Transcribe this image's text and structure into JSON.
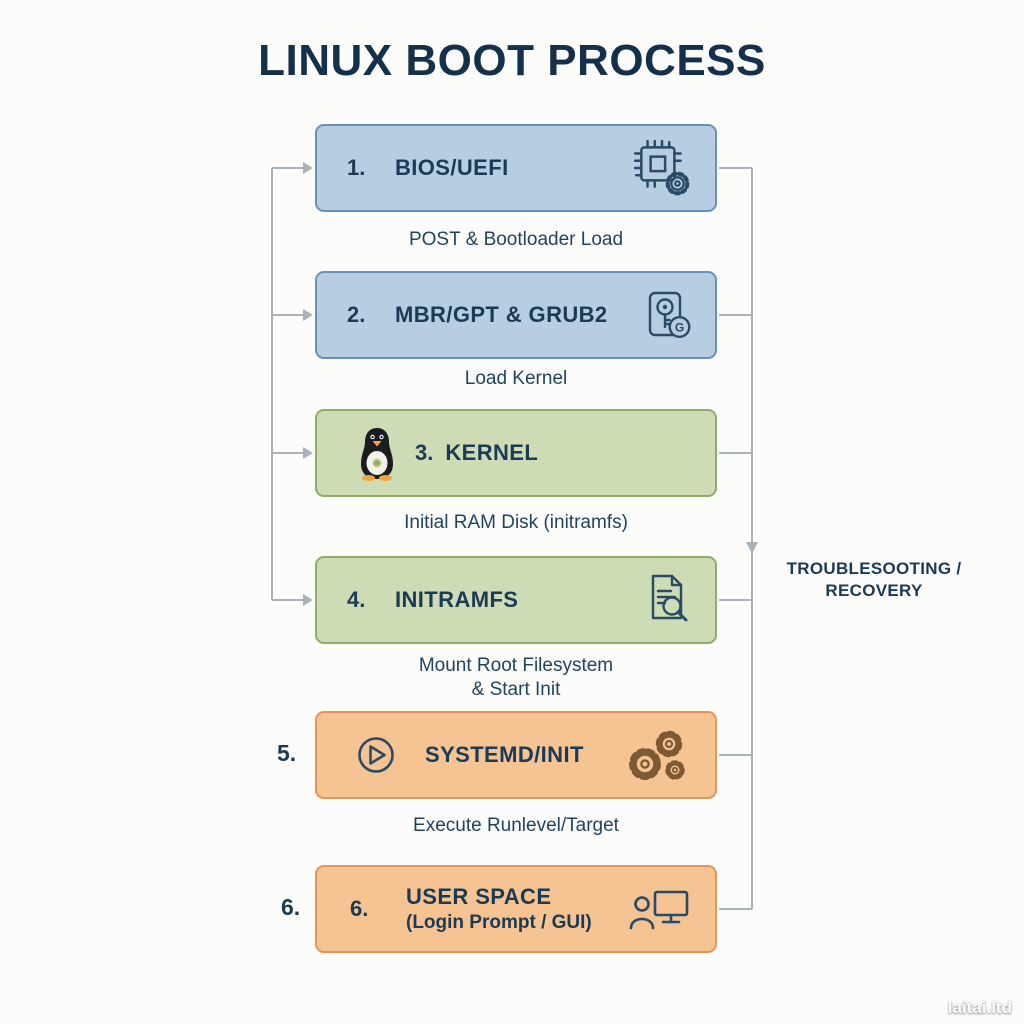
{
  "title": "LINUX BOOT PROCESS",
  "watermark": "laitai.ltd",
  "side_label": {
    "line1": "TROUBLESOOTING /",
    "line2": "RECOVERY"
  },
  "colors": {
    "blue_fill": "#b7cde2",
    "blue_border": "#6792b6",
    "green_fill": "#cedcb6",
    "green_border": "#90ab6c",
    "orange_fill": "#f6c493",
    "orange_border": "#e6945a",
    "text_dark": "#1b3a55",
    "connector": "#a9b2b9"
  },
  "icons": {
    "grub_badge": "G"
  },
  "steps": [
    {
      "number": "1.",
      "label": "BIOS/UEFI",
      "icon": "cpu-chip-icon",
      "caption": "POST & Bootloader Load"
    },
    {
      "number": "2.",
      "label": "MBR/GPT & GRUB2",
      "icon": "disk-grub-icon",
      "caption": "Load Kernel"
    },
    {
      "number": "3.",
      "label": "KERNEL",
      "icon": "tux-penguin-icon",
      "caption": "Initial RAM Disk (initramfs)"
    },
    {
      "number": "4.",
      "label": "INITRAMFS",
      "icon": "file-search-icon",
      "caption": "Mount Root Filesystem\n& Start Init"
    },
    {
      "outside_number": "5.",
      "label": "SYSTEMD/INIT",
      "icon": "gears-icon",
      "left_icon": "play-circle-icon",
      "caption": "Execute Runlevel/Target"
    },
    {
      "number": "6.",
      "outside_number": "6.",
      "label": "USER SPACE",
      "sublabel": "(Login Prompt / GUI)",
      "icon": "user-monitor-icon"
    }
  ]
}
